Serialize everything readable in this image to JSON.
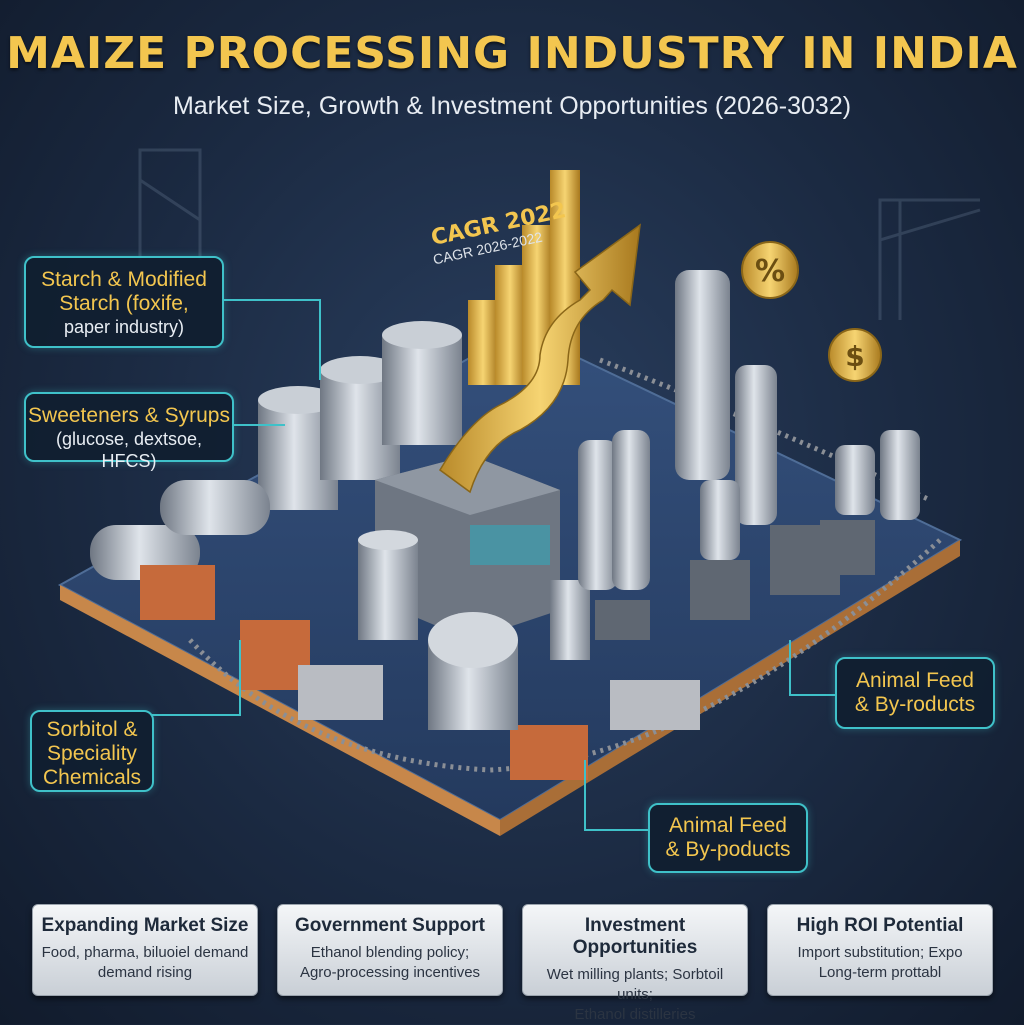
{
  "header": {
    "title": "MAIZE PROCESSING INDUSTRY IN INDIA",
    "subtitle": "Market Size, Growth & Investment Opportunities (2026-3032)"
  },
  "growth_chart": {
    "label_main": "CAGR 2022",
    "label_sub": "CAGR 2026-2022"
  },
  "icons": [
    "percent-coin-icon",
    "dollar-coin-icon"
  ],
  "callouts": [
    {
      "title": "Starch & Modified",
      "sub": "Starch (foxife,",
      "sub2": "paper industry)"
    },
    {
      "title": "Sweeteners & Syrups",
      "sub": "(glucose, dextsoe, HFCS)"
    },
    {
      "title": "Sorbitol &",
      "sub": "Speciality",
      "sub2": "Chemicals"
    },
    {
      "title": "Animal Feed",
      "sub": "& By-roducts"
    },
    {
      "title": "Animal Feed",
      "sub": "& By-poducts"
    }
  ],
  "cards": [
    {
      "heading": "Expanding Market Size",
      "line1": "Food, pharma, biluoiel demand",
      "line2": "demand rising"
    },
    {
      "heading": "Government Support",
      "line1": "Ethanol blending policy;",
      "line2": "Agro-processing incentives"
    },
    {
      "heading": "Investment Opportunities",
      "line1": "Wet milling plants; Sorbtoil units;",
      "line2": "Ethanol distilleries"
    },
    {
      "heading": "High ROI Potential",
      "line1": "Import substitution; Expo",
      "line2": "Long-term prottabl"
    }
  ],
  "colors": {
    "accent_gold": "#f3c64f",
    "accent_teal": "#3fc1c9",
    "platform": "#2c4670",
    "background": "#1b2a42"
  }
}
